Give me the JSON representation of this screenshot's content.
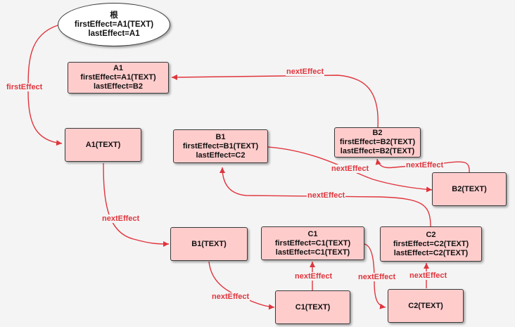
{
  "nodes": {
    "root": {
      "name": "根",
      "first": "firstEffect=A1(TEXT)",
      "last": "lastEffect=A1"
    },
    "A1": {
      "name": "A1",
      "first": "firstEffect=A1(TEXT)",
      "last": "lastEffect=B2"
    },
    "A1TEXT": {
      "name": "A1(TEXT)"
    },
    "B1": {
      "name": "B1",
      "first": "firstEffect=B1(TEXT)",
      "last": "lastEffect=C2"
    },
    "B1TEXT": {
      "name": "B1(TEXT)"
    },
    "B2": {
      "name": "B2",
      "first": "firstEffect=B2(TEXT)",
      "last": "lastEffect=B2(TEXT)"
    },
    "B2TEXT": {
      "name": "B2(TEXT)"
    },
    "C1": {
      "name": "C1",
      "first": "firstEffect=C1(TEXT)",
      "last": "lastEffect=C1(TEXT)"
    },
    "C1TEXT": {
      "name": "C1(TEXT)"
    },
    "C2": {
      "name": "C2",
      "first": "firstEffect=C2(TEXT)",
      "last": "lastEffect=C2(TEXT)"
    },
    "C2TEXT": {
      "name": "C2(TEXT)"
    }
  },
  "edges": {
    "root_first": "firstEffect",
    "b2_to_a1": "nextEffect",
    "b2text_to_b2": "nextEffect",
    "c2_to_b1": "nextEffect",
    "a1text_to_b1text": "nextEffect",
    "b1_to_b2text": "nextEffect",
    "c1text_to_c1": "nextEffect",
    "b1text_to_c1text": "nextEffect",
    "c1_to_c2text": "nextEffect",
    "c2text_to_c2": "nextEffect"
  },
  "colors": {
    "arrow": "#e0353d",
    "node_fill": "#ffcccc",
    "node_border": "#3a3a3a",
    "background": "#f4f4f4"
  }
}
